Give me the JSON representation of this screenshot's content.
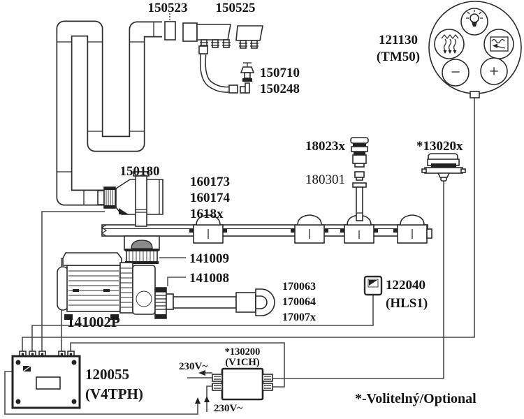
{
  "diagram": {
    "title_note": "spa plumbing and wiring parts diagram",
    "parts": {
      "p150523": "150523",
      "p150525": "150525",
      "p150710": "150710",
      "p150248": "150248",
      "p121130": "121130",
      "p121130_name": "(TM50)",
      "p18023x": "18023x",
      "p180301": "180301",
      "p13020x": "*13020x",
      "p150180": "150180",
      "p160173": "160173",
      "p160174": "160174",
      "p1618x": "1618x",
      "p141009": "141009",
      "p141008": "141008",
      "p141002P": "141002P",
      "p170063": "170063",
      "p170064": "170064",
      "p17007x": "17007x",
      "p122040": "122040",
      "p122040_name": "(HLS1)",
      "p120055": "120055",
      "p120055_name": "(V4TPH)",
      "p130200": "*130200",
      "p130200_name": "(V1CH)"
    },
    "power": {
      "input_top": "230V~",
      "input_bottom": "230V~"
    },
    "panel_buttons": {
      "light_icon": "light-bulb-icon",
      "jets_icon": "air-jets-icon",
      "blower_icon": "blower-icon",
      "minus_glyph": "−",
      "plus_glyph": "+"
    },
    "footnote": "*-Volitelný/Optional",
    "colors": {
      "line": "#2b2b2b",
      "wire": "#4a4a4a",
      "background": "#ffffff"
    }
  }
}
